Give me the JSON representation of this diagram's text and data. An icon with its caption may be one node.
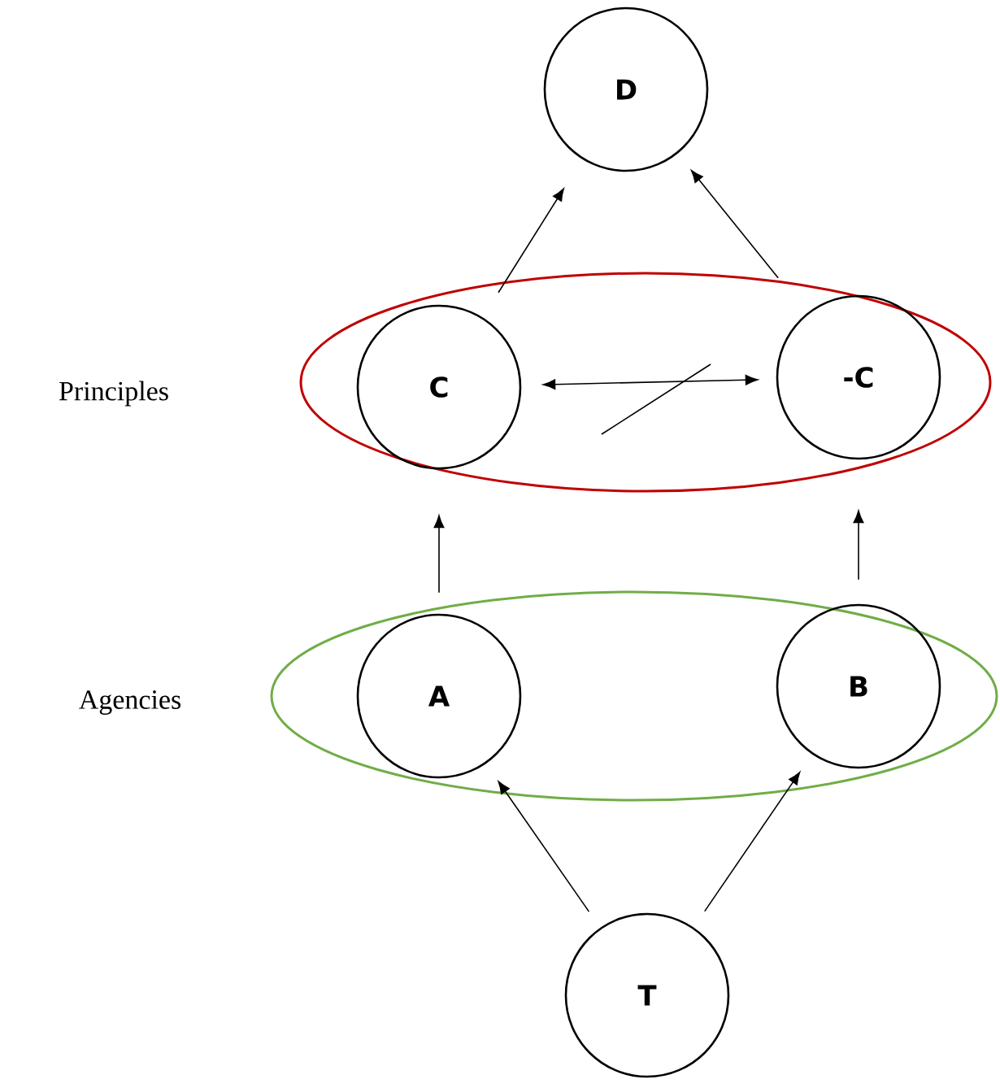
{
  "diagram": {
    "nodes": [
      {
        "text": [
          "D"
        ]
      },
      {
        "text": [],
        "shape": "ellipse"
      },
      {
        "text": [
          "C"
        ],
        "in": 1
      },
      {
        "text": [
          "-C"
        ],
        "in": 1
      },
      {
        "text": [],
        "shape": "ellipse"
      },
      {
        "text": [
          "A"
        ],
        "in": 4
      },
      {
        "text": [
          "B"
        ],
        "in": 4
      },
      {
        "text": [
          "T"
        ]
      }
    ],
    "edges": [
      {
        "from": 7,
        "to": 5,
        "arrow": "to"
      },
      {
        "from": 7,
        "to": 6,
        "arrow": "to"
      },
      {
        "from": 5,
        "to": 2,
        "arrow": "to"
      },
      {
        "from": 6,
        "to": 3,
        "arrow": "to"
      },
      {
        "from": 2,
        "to": 3,
        "arrow": "both"
      },
      {
        "from": 2,
        "to": 0,
        "arrow": "to"
      },
      {
        "from": 3,
        "to": 0,
        "arrow": "to"
      }
    ],
    "labels": [
      "Principles",
      "Agencies"
    ]
  }
}
